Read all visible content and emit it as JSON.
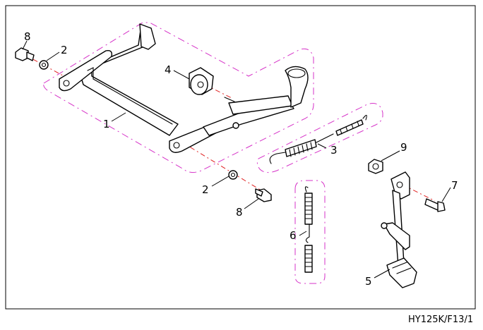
{
  "diagram": {
    "drawing_code": "HY125K/F13/1",
    "colors": {
      "group_outline": "#d633c8",
      "axis_line": "#e02020",
      "ink": "#000000",
      "background": "#ffffff"
    },
    "callouts": [
      {
        "id": "c1",
        "label": "1",
        "part": "main-stand"
      },
      {
        "id": "c2a",
        "label": "2",
        "part": "washer-left"
      },
      {
        "id": "c2b",
        "label": "2",
        "part": "washer-lower"
      },
      {
        "id": "c3",
        "label": "3",
        "part": "stand-spring"
      },
      {
        "id": "c4",
        "label": "4",
        "part": "stand-bushing"
      },
      {
        "id": "c5",
        "label": "5",
        "part": "side-stand"
      },
      {
        "id": "c6",
        "label": "6",
        "part": "side-stand-springs"
      },
      {
        "id": "c7",
        "label": "7",
        "part": "side-stand-bolt"
      },
      {
        "id": "c8a",
        "label": "8",
        "part": "bolt-left"
      },
      {
        "id": "c8b",
        "label": "8",
        "part": "bolt-lower"
      },
      {
        "id": "c9",
        "label": "9",
        "part": "side-stand-nut"
      }
    ]
  }
}
